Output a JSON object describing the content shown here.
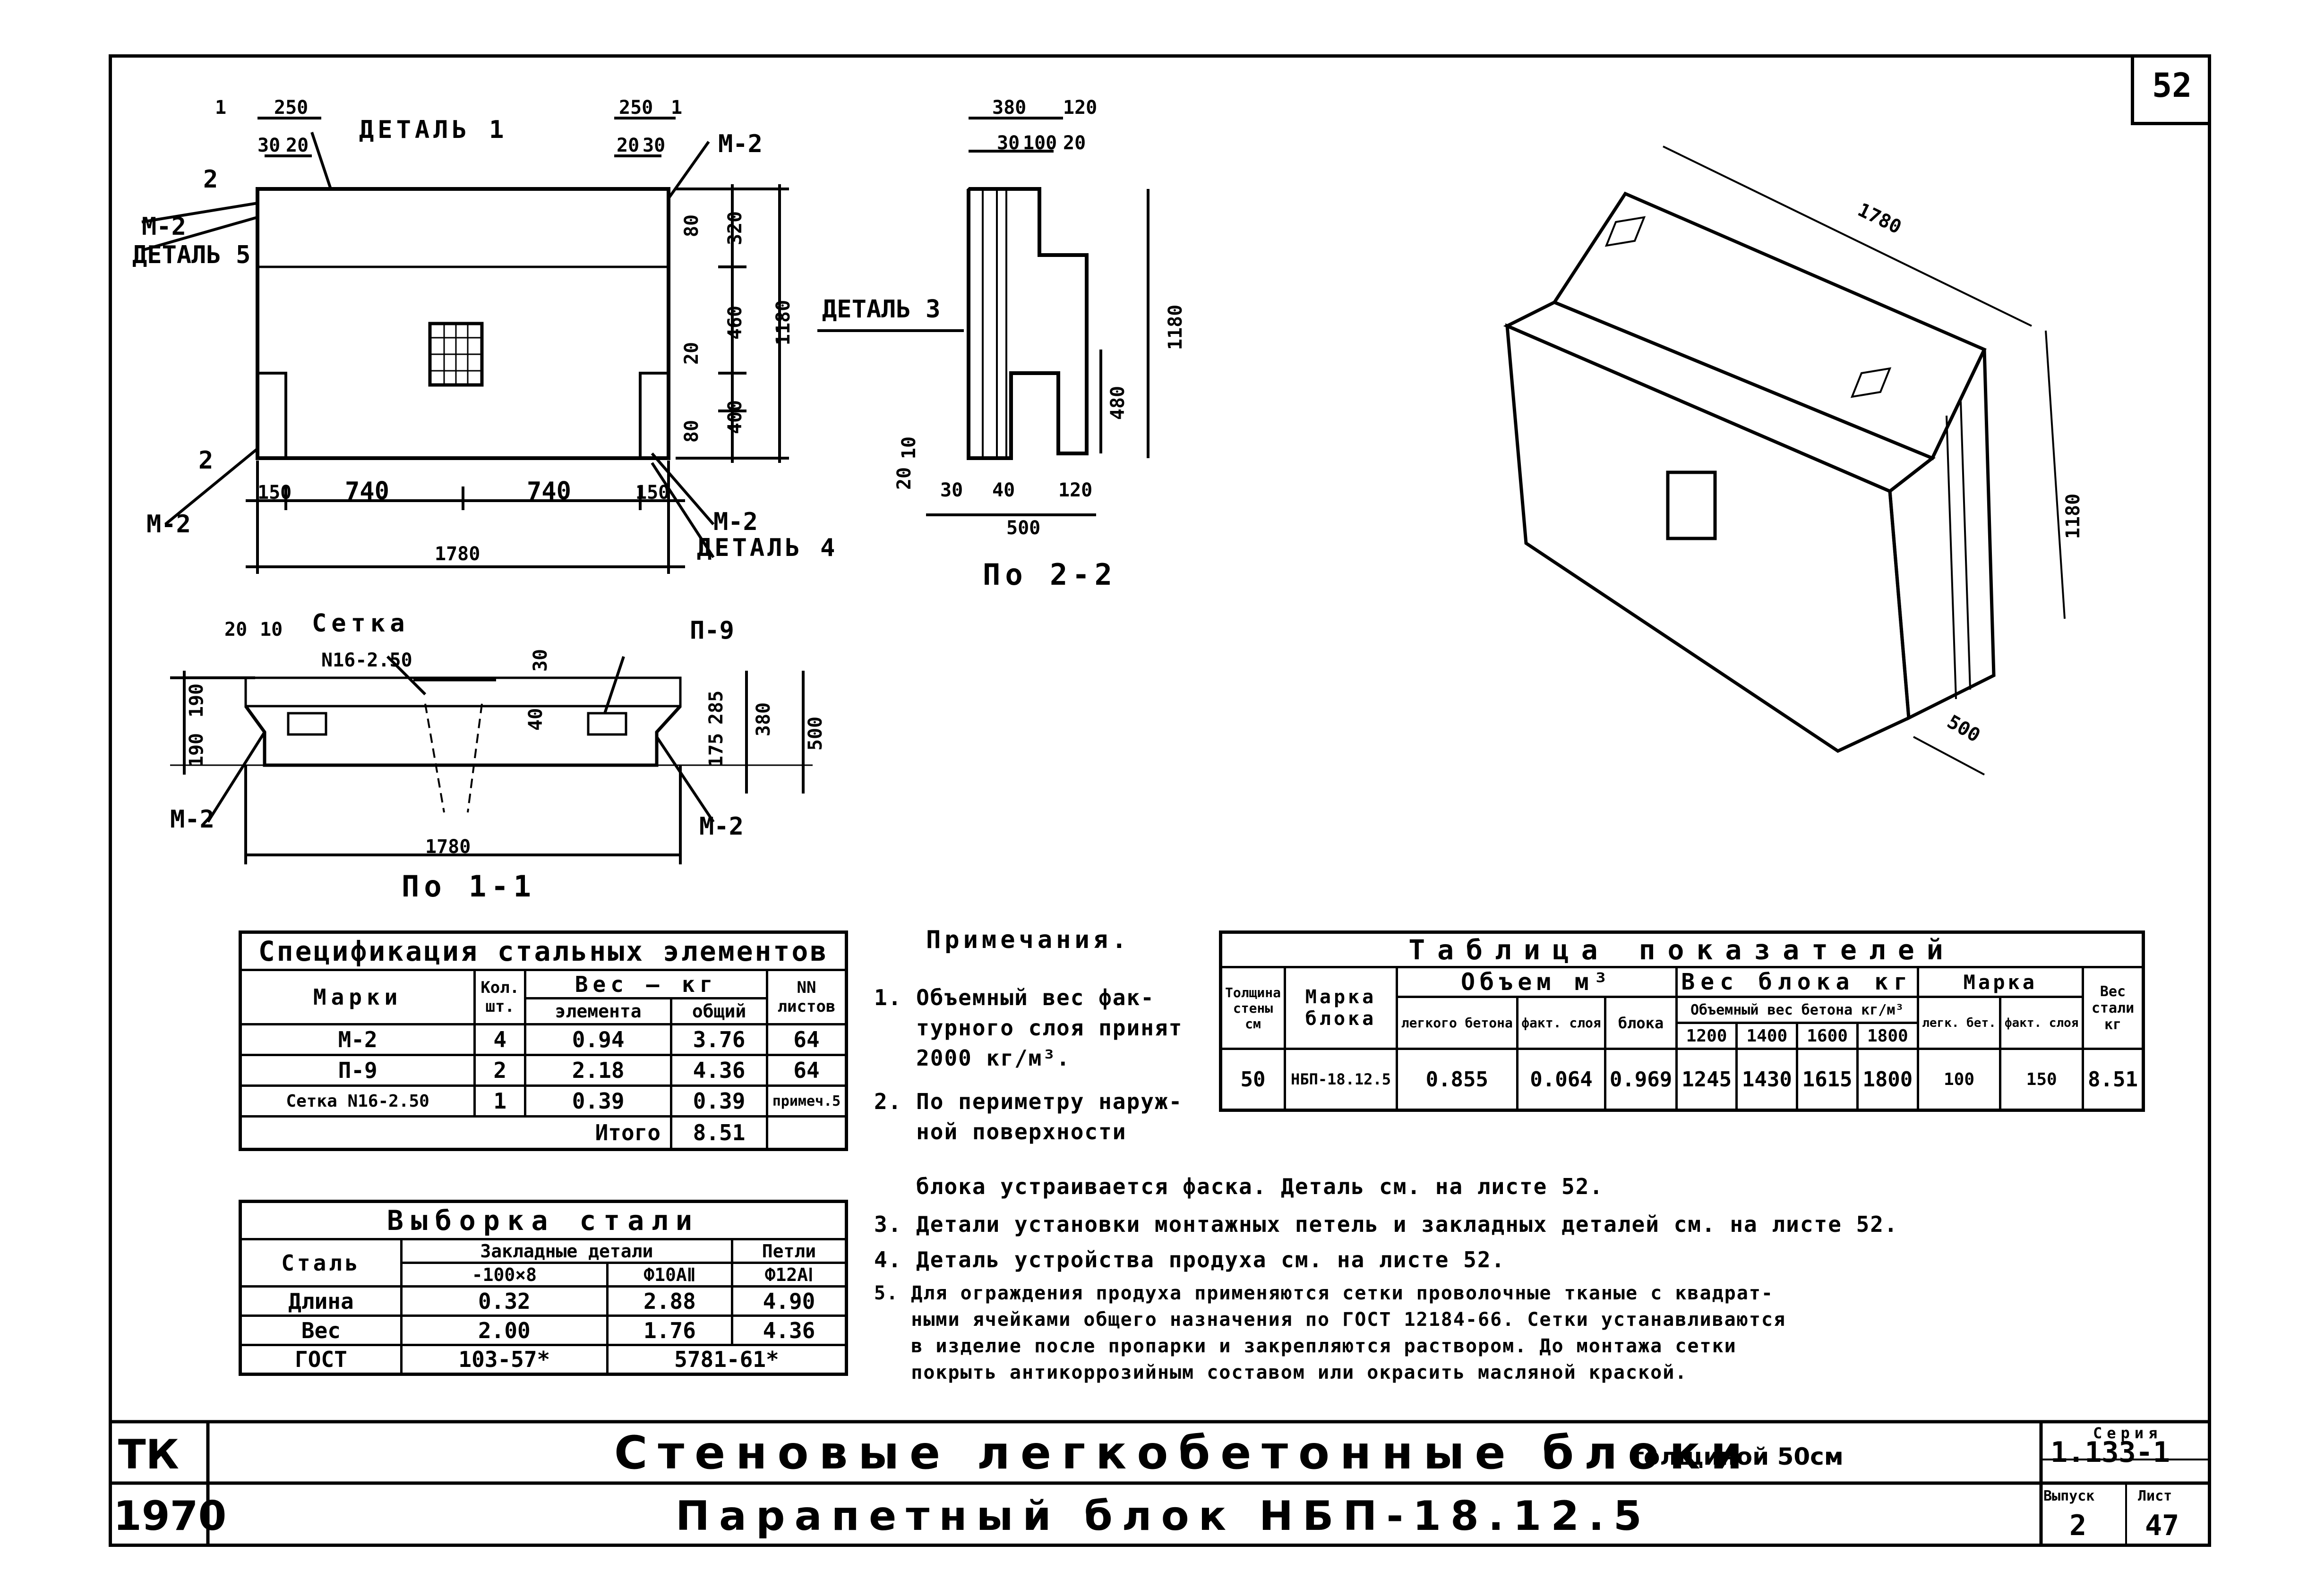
{
  "sheet_number": "52",
  "drawings": {
    "front": {
      "detail1": "ДЕТАЛЬ 1",
      "detail5": "ДЕТАЛЬ 5",
      "detail4": "ДЕТАЛЬ 4",
      "m2": "М-2",
      "dims": {
        "d250": "250",
        "d30": "30",
        "d20": "20",
        "d2": "2",
        "d80": "80",
        "d320": "320",
        "d460": "460",
        "d400": "400",
        "d1180": "1180",
        "d150": "150",
        "d740": "740",
        "d1780": "1780",
        "d1": "1"
      }
    },
    "side": {
      "caption": "По 2-2",
      "detail3": "ДЕТАЛЬ 3",
      "dims": {
        "d380": "380",
        "d120": "120",
        "d100": "100",
        "d30": "30",
        "d20": "20",
        "d1180": "1180",
        "d480": "480",
        "d40": "40",
        "d500": "500",
        "d10": "10"
      }
    },
    "plan": {
      "caption": "По 1-1",
      "mesh": "Сетка",
      "mesh_code": "N16-2.50",
      "p9": "П-9",
      "m2": "М-2",
      "dims": {
        "d20": "20",
        "d10": "10",
        "d30": "30",
        "d190": "190",
        "d285": "285",
        "d380": "380",
        "d500": "500",
        "d175": "175",
        "d1780": "1780",
        "d40": "40"
      }
    },
    "iso": {
      "d1780": "1780",
      "d1180": "1180",
      "d500": "500"
    }
  },
  "spec_table": {
    "title": "Спецификация стальных элементов",
    "headers": {
      "marks": "Марки",
      "qty": "Кол. шт.",
      "weight": "Вес — кг",
      "element": "элемента",
      "total": "общий",
      "sheets": "NN листов"
    },
    "rows": [
      {
        "mark": "М-2",
        "qty": "4",
        "element": "0.94",
        "total": "3.76",
        "sheet": "64"
      },
      {
        "mark": "П-9",
        "qty": "2",
        "element": "2.18",
        "total": "4.36",
        "sheet": "64"
      },
      {
        "mark": "Сетка N16-2.50",
        "qty": "1",
        "element": "0.39",
        "total": "0.39",
        "sheet": "примеч.5"
      }
    ],
    "total_label": "Итого",
    "total_value": "8.51"
  },
  "steel_table": {
    "title": "Выборка стали",
    "headers": {
      "steel": "Сталь",
      "embedded": "Закладные детали",
      "loops": "Петли",
      "c1": "-100×8",
      "c2": "Ф10АⅡ",
      "c3": "Ф12АⅠ"
    },
    "rows": [
      {
        "label": "Длина",
        "v1": "0.32",
        "v2": "2.88",
        "v3": "4.90"
      },
      {
        "label": "Вес",
        "v1": "2.00",
        "v2": "1.76",
        "v3": "4.36"
      },
      {
        "label": "ГОСТ",
        "v1": "103-57*",
        "v23": "5781-61*"
      }
    ]
  },
  "notes": {
    "title": "Примечания.",
    "items": [
      "1. Объемный вес фак-\n   турного слоя принят\n   2000 кг/м³.",
      "2. По периметру наруж-\n   ной поверхности",
      "   блока устраивается фаска. Деталь см. на листе 52.",
      "3. Детали установки монтажных петель и закладных деталей см. на листе 52.",
      "4. Деталь устройства продуха см. на листе 52.",
      "5. Для ограждения продуха применяются сетки проволочные тканые с квадрат-\n   ными ячейками общего назначения по ГОСТ 12184-66. Сетки устанавливаются\n   в изделие после пропарки и закрепляются раствором. До монтажа сетки\n   покрыть антикоррозийным составом или окрасить масляной краской."
    ]
  },
  "indicators_table": {
    "title": "Таблица показателей",
    "headers": {
      "wall": "Толщина стены см",
      "brand": "Марка блока",
      "volume": "Объем м³",
      "light": "легкого бетона",
      "fakt": "факт. слоя",
      "block": "блока",
      "weight": "Вес блока кг",
      "bulk": "Объемный вес бетона кг/м³",
      "w1": "1200",
      "w2": "1400",
      "w3": "1600",
      "w4": "1800",
      "mark": "Марка",
      "leg": "легк. бет.",
      "fakt2": "факт. слоя",
      "steel": "Вес стали кг"
    },
    "row": {
      "wall": "50",
      "brand": "НБП-18.12.5",
      "light": "0.855",
      "fakt": "0.064",
      "block": "0.969",
      "w1": "1245",
      "w2": "1430",
      "w3": "1615",
      "w4": "1800",
      "leg": "100",
      "fakt2": "150",
      "steel": "8.51"
    }
  },
  "title_block": {
    "tk": "ТК",
    "year": "1970",
    "title": "Стеновые легкобетонные блоки",
    "subtitle": "толщиной 50см",
    "sheet_title": "Парапетный блок НБП-18.12.5",
    "series_label": "Серия",
    "series": "1.133-1",
    "issue_label": "Выпуск",
    "issue": "2",
    "sheet_label": "Лист",
    "sheet": "47"
  }
}
